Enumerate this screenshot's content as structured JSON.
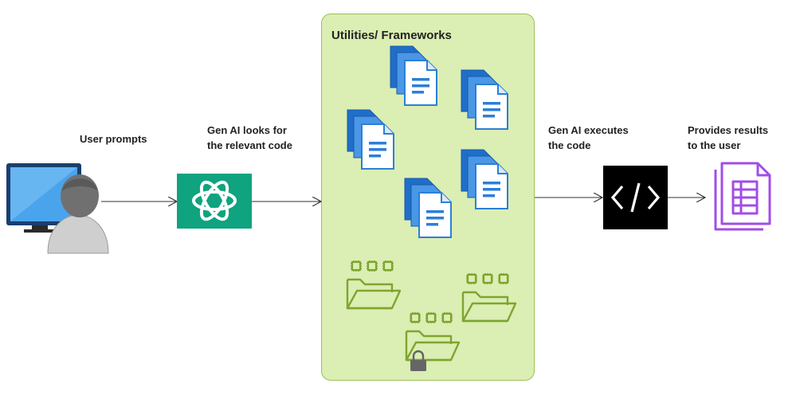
{
  "labels": {
    "user_prompts": "User prompts",
    "gen_ai_looks_line1": "Gen AI looks for",
    "gen_ai_looks_line2": "the relevant code",
    "panel_title": "Utilities/ Frameworks",
    "gen_ai_executes_line1": "Gen AI executes",
    "gen_ai_executes_line2": "the code",
    "provides_results_line1": "Provides results",
    "provides_results_line2": "to the user"
  },
  "icons": {
    "user": "user-at-computer-icon",
    "ai": "chatgpt-logo-icon",
    "documents": "document-stack-icon",
    "folders": "chip-folder-icon",
    "lock": "lock-icon",
    "code": "code-brackets-icon",
    "results": "results-document-icon"
  },
  "colors": {
    "panel_fill": "#dbeeb3",
    "panel_border": "#9cc05a",
    "ai_logo_bg": "#10a37f",
    "doc_blue": "#2b7fd9",
    "folder_green": "#7ea52f",
    "code_bg": "#000000",
    "results_purple": "#a24de6",
    "arrow": "#333333"
  }
}
